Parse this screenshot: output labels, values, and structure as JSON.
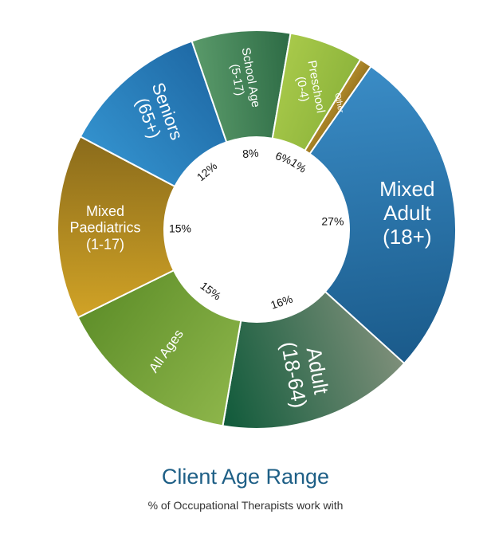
{
  "chart_data": {
    "type": "pie",
    "donut": true,
    "title": "Client Age Range",
    "subtitle": "% of Occupational Therapists work with",
    "slices": [
      {
        "label": [
          "Mixed",
          "Adult",
          "(18+)"
        ],
        "value": 27,
        "value_label": "27%",
        "colors": [
          "#3a8cc6",
          "#1a5a8a"
        ]
      },
      {
        "label": [
          "Adult",
          "(18-64)"
        ],
        "value": 16,
        "value_label": "16%",
        "colors": [
          "#7e8f7a",
          "#0f5a3a"
        ]
      },
      {
        "label": [
          "All Ages"
        ],
        "value": 15,
        "value_label": "15%",
        "colors": [
          "#8db54a",
          "#5f8f2a"
        ]
      },
      {
        "label": [
          "Mixed",
          "Paediatrics",
          "(1-17)"
        ],
        "value": 15,
        "value_label": "15%",
        "colors": [
          "#d1a326",
          "#8a6b1b"
        ]
      },
      {
        "label": [
          "Seniors",
          "(65+)"
        ],
        "value": 12,
        "value_label": "12%",
        "colors": [
          "#3391cd",
          "#1f6aa6"
        ]
      },
      {
        "label": [
          "School Age",
          "(5-17)"
        ],
        "value": 8,
        "value_label": "8%",
        "colors": [
          "#5a9a6a",
          "#2d6b45"
        ]
      },
      {
        "label": [
          "Preschool",
          "(0-4)"
        ],
        "value": 6,
        "value_label": "6%",
        "colors": [
          "#a8c94a",
          "#8eb53c"
        ]
      },
      {
        "label": [
          "Other"
        ],
        "value": 1,
        "value_label": "1%",
        "colors": [
          "#b08a2a",
          "#9a7620"
        ]
      }
    ]
  }
}
